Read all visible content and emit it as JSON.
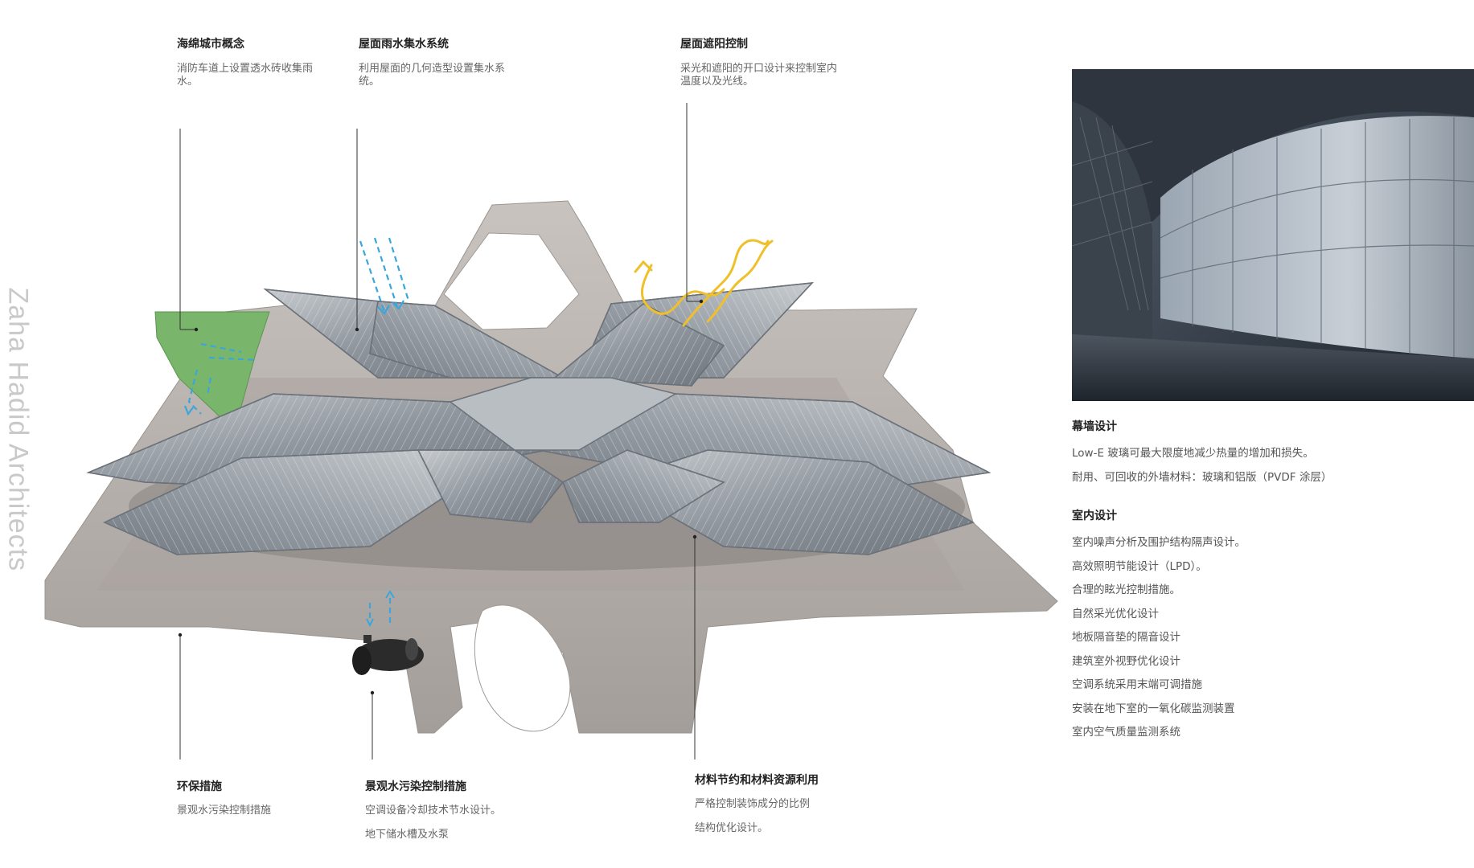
{
  "brand": "Zaha Hadid Architects",
  "callouts": {
    "sponge": {
      "title": "海绵城市概念",
      "desc": "消防车道上设置透水砖收集雨水。"
    },
    "roof_rain": {
      "title": "屋面雨水集水系统",
      "desc": "利用屋面的几何造型设置集水系统。"
    },
    "shading": {
      "title": "屋面遮阳控制",
      "desc": "采光和遮阳的开口设计来控制室内温度以及光线。"
    },
    "environment": {
      "title": "环保措施",
      "lines": [
        "景观水污染控制措施"
      ]
    },
    "landscape_water": {
      "title": "景观水污染控制措施",
      "lines": [
        "空调设备冷却技术节水设计。",
        "地下储水槽及水泵"
      ]
    },
    "materials": {
      "title": "材料节约和材料资源利用",
      "lines": [
        "严格控制装饰成分的比例",
        "结构优化设计。"
      ]
    }
  },
  "side_panel": {
    "curtain_wall": {
      "title": "幕墙设计",
      "lines": [
        "Low-E 玻璃可最大限度地减少热量的增加和损失。",
        "耐用、可回收的外墙材料：玻璃和铝版（PVDF 涂层）"
      ]
    },
    "interior": {
      "title": "室内设计",
      "lines": [
        "室内噪声分析及围护结构隔声设计。",
        "高效照明节能设计（LPD）。",
        "合理的眩光控制措施。",
        "自然采光优化设计",
        "地板隔音垫的隔音设计",
        "建筑室外视野优化设计",
        "空调系统采用末端可调措施",
        "安装在地下室的一氧化碳监测装置",
        "室内空气质量监测系统"
      ]
    }
  },
  "colors": {
    "green_area": "#79b56a",
    "rain_blue": "#3aa6dc",
    "sun_yellow": "#f0c02a",
    "plinth": "#b7b1ad",
    "roof_panel": "#9aa0a6"
  },
  "icons": {
    "rain_arrows": "rain-arrows-icon",
    "sun_rays": "sun-rays-icon",
    "water_tank": "water-tank-icon"
  }
}
